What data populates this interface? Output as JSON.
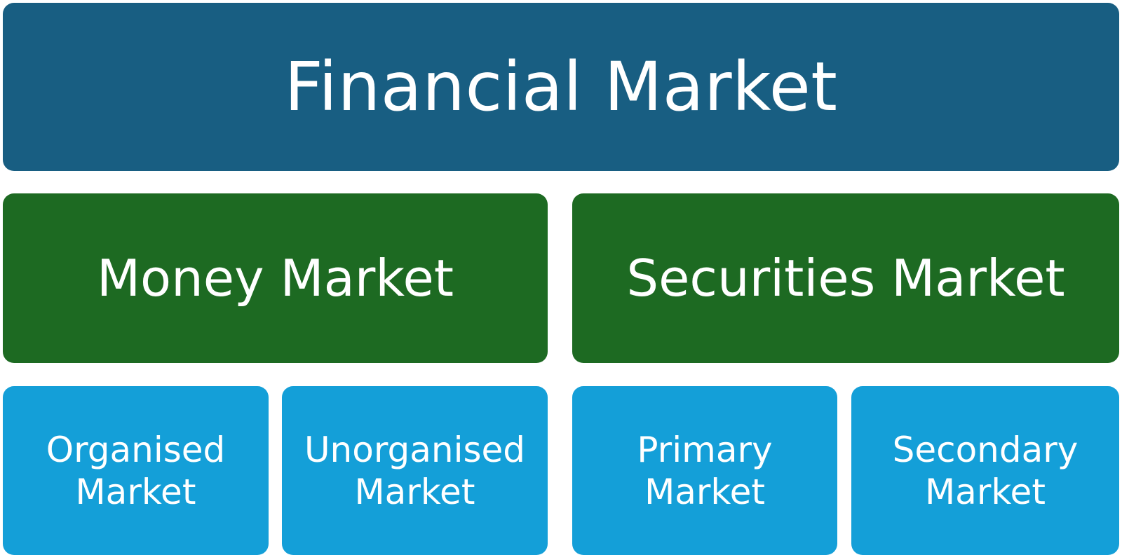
{
  "colors": {
    "level1": "#185e82",
    "level2": "#1d6a22",
    "level3": "#149fd8",
    "text": "#ffffff"
  },
  "root": {
    "label": "Financial Market"
  },
  "branches": [
    {
      "label": "Money Market",
      "children": [
        {
          "label": "Organised\nMarket"
        },
        {
          "label": "Unorganised\nMarket"
        }
      ]
    },
    {
      "label": "Securities Market",
      "children": [
        {
          "label": "Primary\nMarket"
        },
        {
          "label": "Secondary\nMarket"
        }
      ]
    }
  ]
}
